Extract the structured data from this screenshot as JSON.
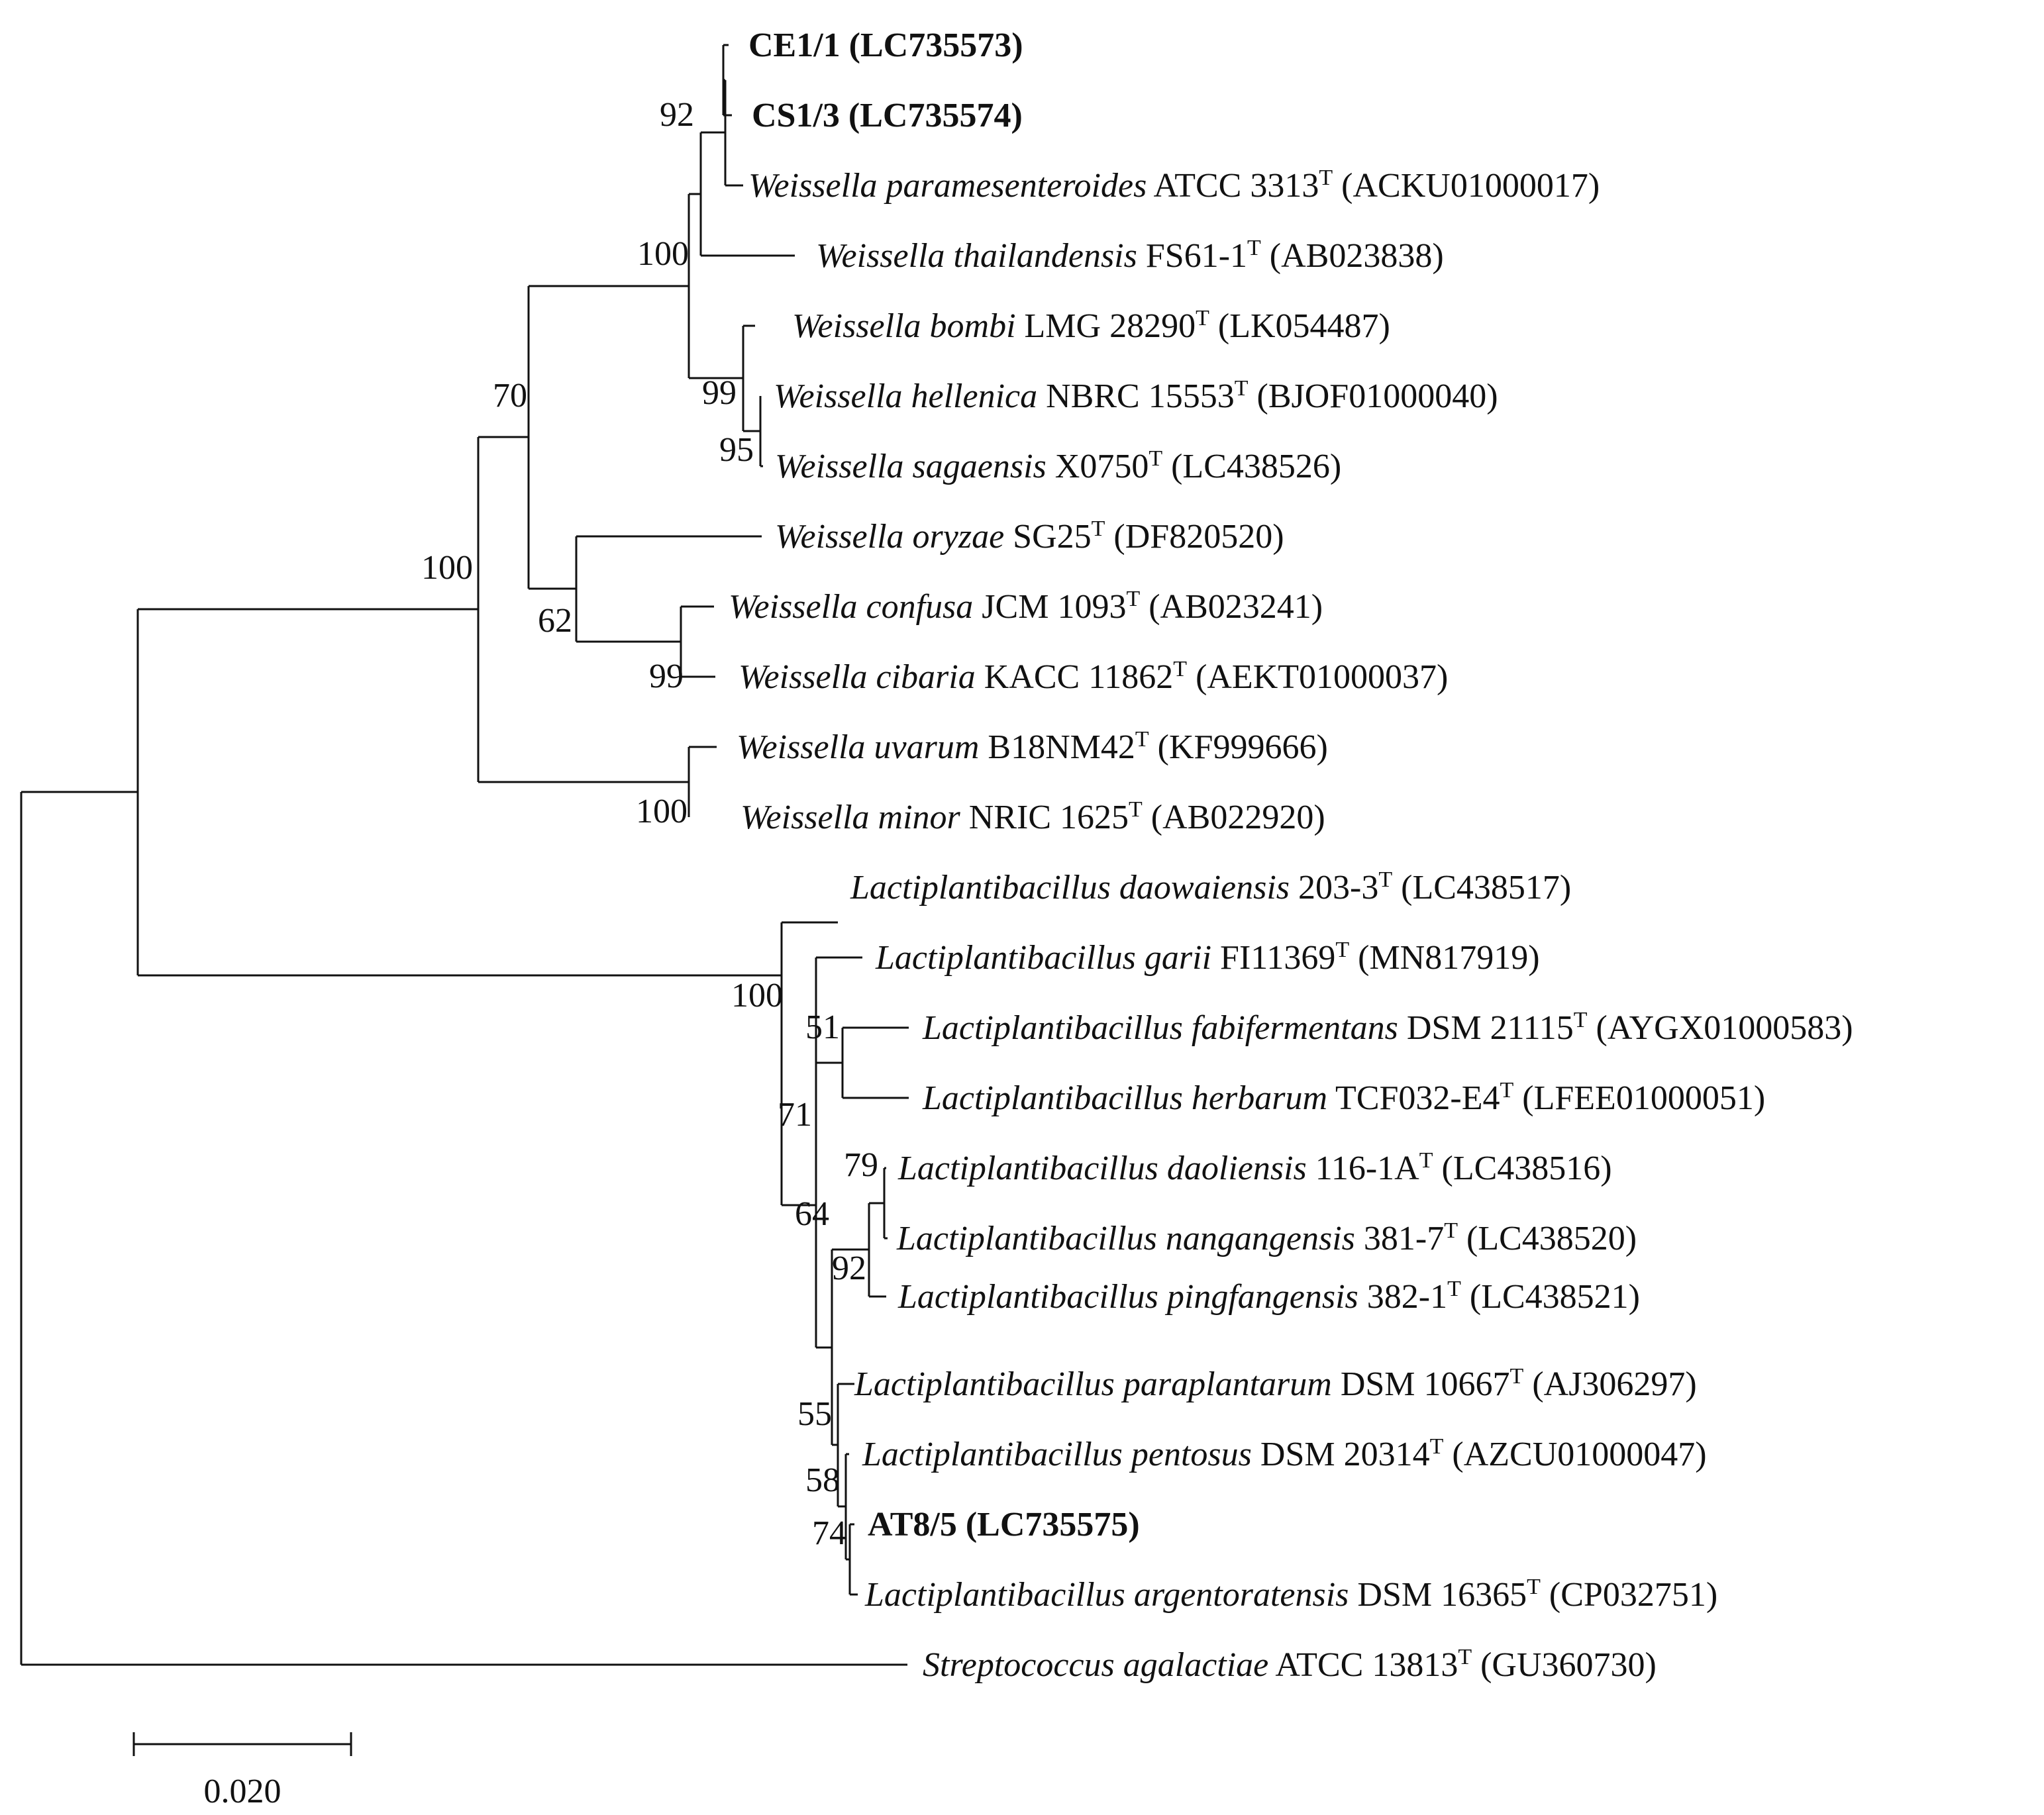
{
  "tree": {
    "taxa": [
      {
        "species": "",
        "strain": "CE1/1",
        "accession": "(LC735573)",
        "type_strain": false,
        "isolate": true
      },
      {
        "species": "",
        "strain": "CS1/3",
        "accession": "(LC735574)",
        "type_strain": false,
        "isolate": true
      },
      {
        "species": "Weissella paramesenteroides",
        "strain": "ATCC 3313",
        "accession": "(ACKU01000017)",
        "type_strain": true,
        "isolate": false
      },
      {
        "species": "Weissella thailandensis",
        "strain": "FS61-1",
        "accession": "(AB023838)",
        "type_strain": true,
        "isolate": false
      },
      {
        "species": "Weissella bombi",
        "strain": "LMG 28290",
        "accession": "(LK054487)",
        "type_strain": true,
        "isolate": false
      },
      {
        "species": "Weissella hellenica",
        "strain": "NBRC 15553",
        "accession": "(BJOF01000040)",
        "type_strain": true,
        "isolate": false
      },
      {
        "species": "Weissella sagaensis",
        "strain": "X0750",
        "accession": "(LC438526)",
        "type_strain": true,
        "isolate": false
      },
      {
        "species": "Weissella oryzae",
        "strain": "SG25",
        "accession": "(DF820520)",
        "type_strain": true,
        "isolate": false
      },
      {
        "species": "Weissella confusa",
        "strain": "JCM 1093",
        "accession": "(AB023241)",
        "type_strain": true,
        "isolate": false
      },
      {
        "species": "Weissella cibaria",
        "strain": "KACC 11862",
        "accession": "(AEKT01000037)",
        "type_strain": true,
        "isolate": false
      },
      {
        "species": "Weissella uvarum",
        "strain": "B18NM42",
        "accession": "(KF999666)",
        "type_strain": true,
        "isolate": false
      },
      {
        "species": "Weissella minor",
        "strain": "NRIC 1625",
        "accession": "(AB022920)",
        "type_strain": true,
        "isolate": false
      },
      {
        "species": "Lactiplantibacillus daowaiensis",
        "strain": "203-3",
        "accession": "(LC438517)",
        "type_strain": true,
        "isolate": false
      },
      {
        "species": "Lactiplantibacillus garii",
        "strain": "FI11369",
        "accession": "(MN817919)",
        "type_strain": true,
        "isolate": false
      },
      {
        "species": "Lactiplantibacillus fabifermentans",
        "strain": "DSM 21115",
        "accession": "(AYGX01000583)",
        "type_strain": true,
        "isolate": false
      },
      {
        "species": "Lactiplantibacillus herbarum",
        "strain": "TCF032-E4",
        "accession": "(LFEE01000051)",
        "type_strain": true,
        "isolate": false
      },
      {
        "species": "Lactiplantibacillus daoliensis",
        "strain": "116-1A",
        "accession": "(LC438516)",
        "type_strain": true,
        "isolate": false
      },
      {
        "species": "Lactiplantibacillus nangangensis",
        "strain": "381-7",
        "accession": "(LC438520)",
        "type_strain": true,
        "isolate": false
      },
      {
        "species": "Lactiplantibacillus pingfangensis",
        "strain": "382-1",
        "accession": "(LC438521)",
        "type_strain": true,
        "isolate": false
      },
      {
        "species": "Lactiplantibacillus paraplantarum",
        "strain": "DSM 10667",
        "accession": "(AJ306297)",
        "type_strain": true,
        "isolate": false
      },
      {
        "species": "Lactiplantibacillus pentosus",
        "strain": "DSM 20314",
        "accession": "(AZCU01000047)",
        "type_strain": true,
        "isolate": false
      },
      {
        "species": "",
        "strain": "AT8/5",
        "accession": "(LC735575)",
        "type_strain": false,
        "isolate": true
      },
      {
        "species": "Lactiplantibacillus argentoratensis",
        "strain": "DSM 16365",
        "accession": "(CP032751)",
        "type_strain": true,
        "isolate": false
      },
      {
        "species": "Streptococcus agalactiae",
        "strain": "ATCC 13813",
        "accession": "(GU360730)",
        "type_strain": true,
        "isolate": false
      }
    ],
    "type_strain_mark": "T",
    "bootstrap_values": [
      "92",
      "100",
      "99",
      "95",
      "70",
      "100",
      "62",
      "99",
      "100",
      "100",
      "51",
      "71",
      "79",
      "64",
      "92",
      "55",
      "58",
      "74"
    ],
    "scale_bar_label": "0.020"
  }
}
